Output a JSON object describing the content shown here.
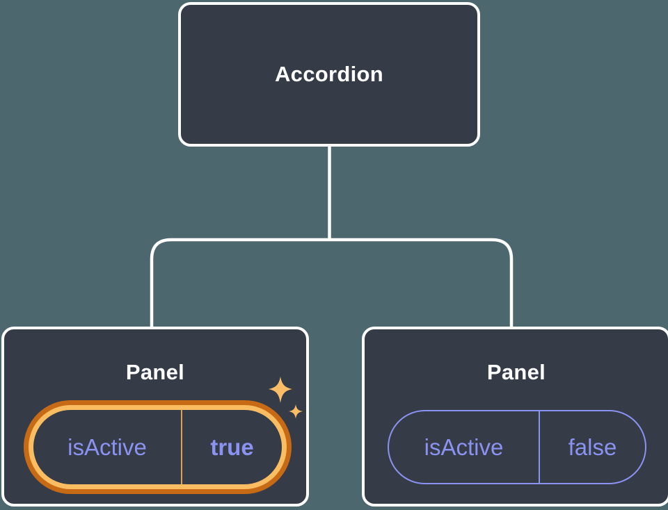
{
  "diagram": {
    "description": "Component tree diagram: Accordion parent with two Panel children holding isActive state",
    "root": {
      "label": "Accordion"
    },
    "children": [
      {
        "label": "Panel",
        "state": {
          "name": "isActive",
          "value": "true"
        },
        "highlighted": true
      },
      {
        "label": "Panel",
        "state": {
          "name": "isActive",
          "value": "false"
        },
        "highlighted": false
      }
    ]
  },
  "colors": {
    "background": "#4D676F",
    "card_fill": "#353C48",
    "card_border": "#FFFFFF",
    "connector_line": "#FFFFFF",
    "state_purple": "#8A93F2",
    "highlight_ring_inner": "#FABD62",
    "highlight_ring_outer": "#C76A15",
    "highlight_divider": "#DFA14F",
    "sparkle": "#FBBE66"
  },
  "icons": {
    "sparkles": "sparkles-icon"
  }
}
